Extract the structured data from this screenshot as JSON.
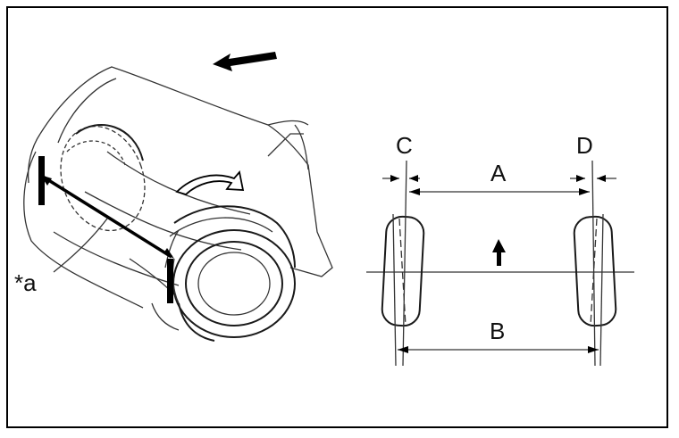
{
  "figure": {
    "labels": {
      "callout_a": "*a",
      "dim_A": "A",
      "dim_B": "B",
      "dim_C": "C",
      "dim_D": "D"
    },
    "colors": {
      "line": "#000000",
      "background": "#ffffff"
    },
    "icons": [
      "direction-arrow-icon",
      "forward-arrow-icon",
      "rotation-arrow-icon",
      "measuring-gauge-icon"
    ]
  }
}
